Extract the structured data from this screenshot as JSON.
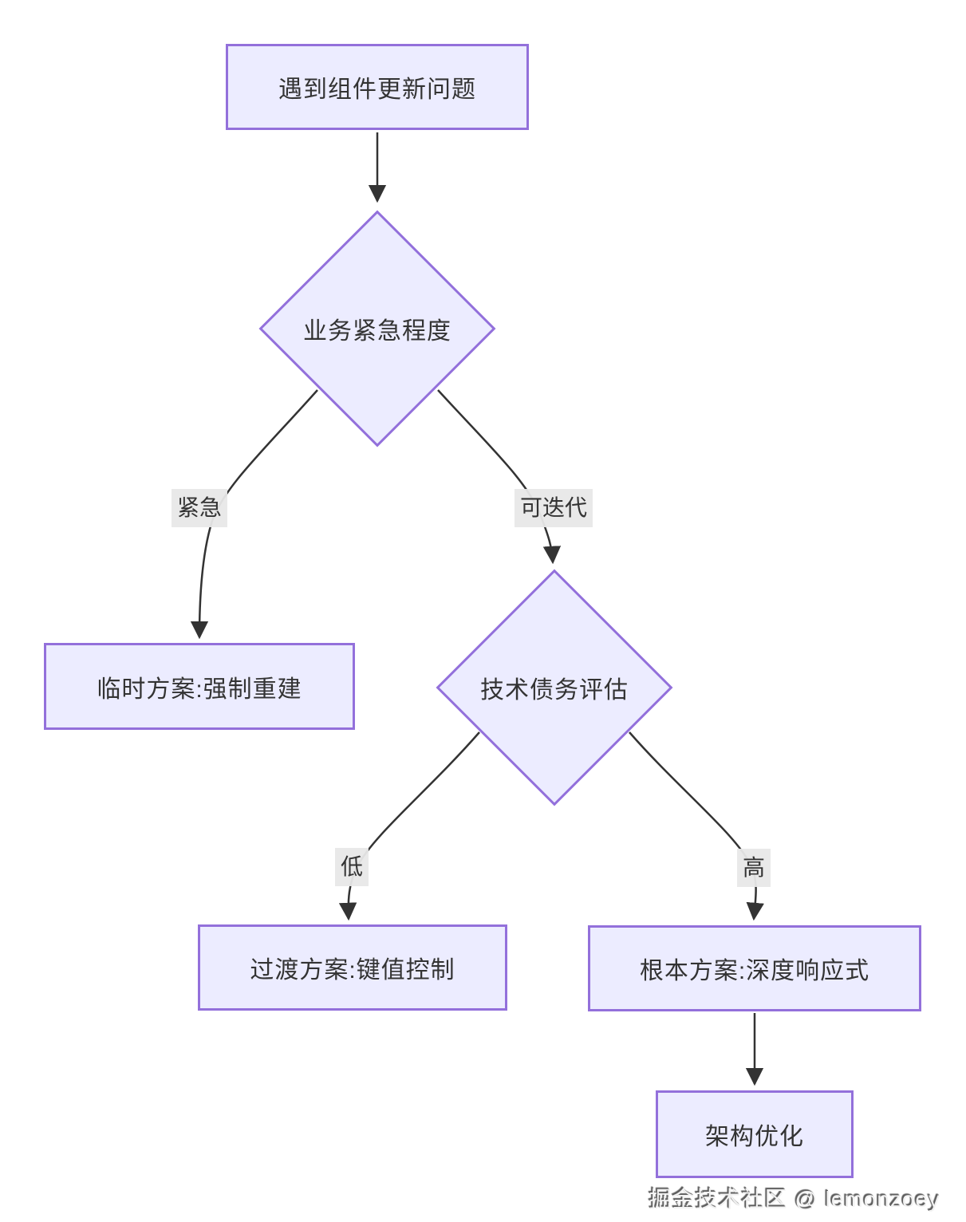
{
  "diagram": {
    "type": "flowchart",
    "colors": {
      "background": "#ffffff",
      "node_fill": "#ECECFF",
      "node_border": "#9370DB",
      "edge_line": "#333333",
      "text": "#333333",
      "edge_label_bg": "#e8e8e8"
    },
    "nodes": {
      "start": {
        "label": "遇到组件更新问题",
        "type": "rect"
      },
      "decision1": {
        "label": "业务紧急程度",
        "type": "diamond"
      },
      "temporary": {
        "label": "临时方案:强制重建",
        "type": "rect"
      },
      "decision2": {
        "label": "技术债务评估",
        "type": "diamond"
      },
      "transition": {
        "label": "过渡方案:键值控制",
        "type": "rect"
      },
      "fundamental": {
        "label": "根本方案:深度响应式",
        "type": "rect"
      },
      "architecture": {
        "label": "架构优化",
        "type": "rect"
      }
    },
    "edges": [
      {
        "from": "start",
        "to": "decision1",
        "label": ""
      },
      {
        "from": "decision1",
        "to": "temporary",
        "label": "紧急"
      },
      {
        "from": "decision1",
        "to": "decision2",
        "label": "可迭代"
      },
      {
        "from": "decision2",
        "to": "transition",
        "label": "低"
      },
      {
        "from": "decision2",
        "to": "fundamental",
        "label": "高"
      },
      {
        "from": "fundamental",
        "to": "architecture",
        "label": ""
      }
    ],
    "edge_labels": {
      "urgent": "紧急",
      "iterable": "可迭代",
      "low": "低",
      "high": "高"
    },
    "watermark": "掘金技术社区 @ lemonzoey"
  }
}
